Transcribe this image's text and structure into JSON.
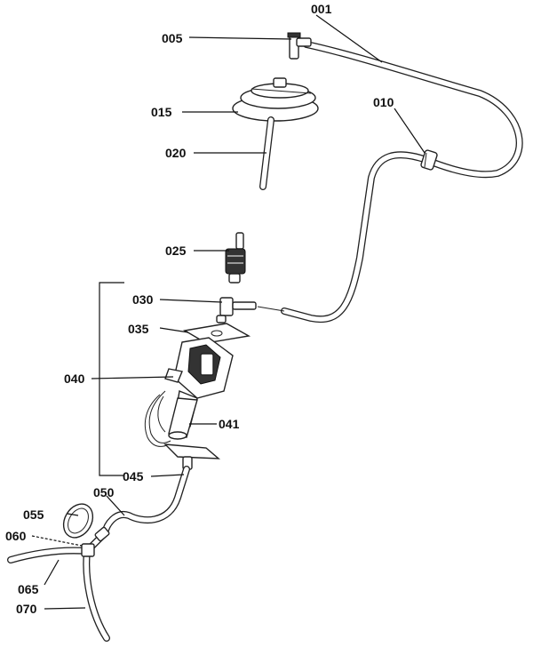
{
  "diagram": {
    "labels": {
      "p001": "001",
      "p005": "005",
      "p010": "010",
      "p015": "015",
      "p020": "020",
      "p025": "025",
      "p030": "030",
      "p035": "035",
      "p040": "040",
      "p041": "041",
      "p045": "045",
      "p050": "050",
      "p055": "055",
      "p060": "060",
      "p065": "065",
      "p070": "070"
    }
  }
}
